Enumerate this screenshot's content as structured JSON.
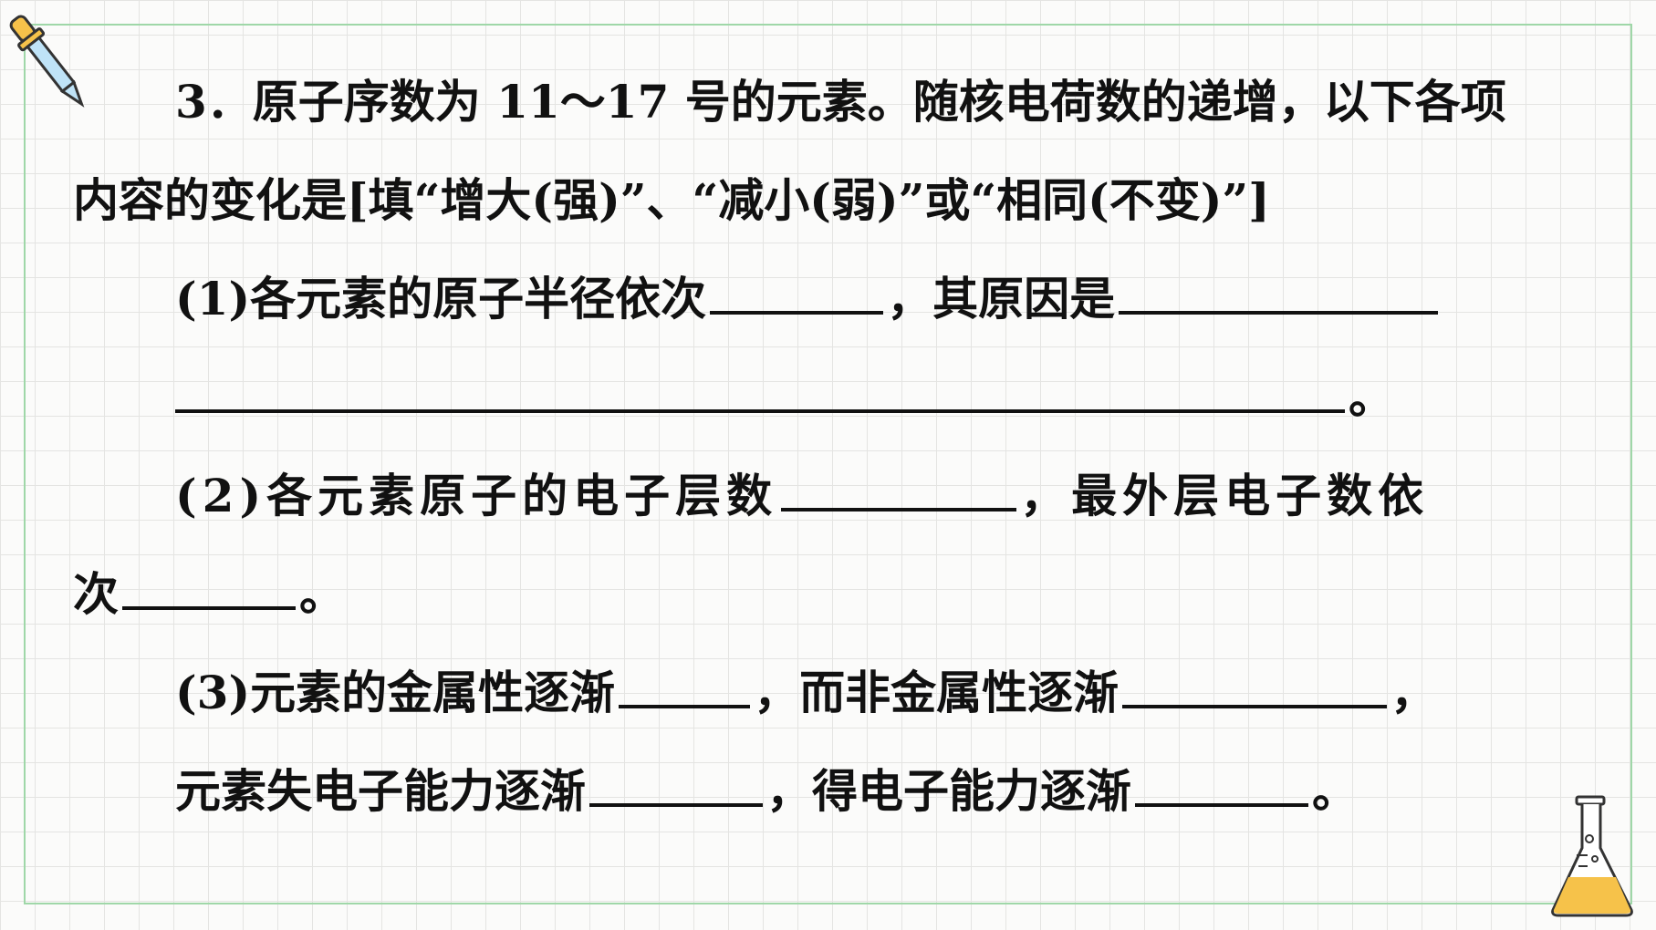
{
  "question": {
    "stem_line1": "3．原子序数为 11～17 号的元素。随核电荷数的递增，以下各项",
    "stem_line2": "内容的变化是[填“增大(强)”、“减小(弱)”或“相同(不变)”]",
    "p1_a": "(1)各元素的原子半径依次",
    "p1_b": "，其原因是",
    "p1_c": "。",
    "p2_a": "(2)各元素原子的电子层数",
    "p2_b": "，最外层电子数依",
    "p2_c": "次",
    "p2_d": "。",
    "p3_a": "(3)元素的金属性逐渐",
    "p3_b": "，而非金属性逐渐",
    "p3_c": "，",
    "p3_d": "元素失电子能力逐渐",
    "p3_e": "，得电子能力逐渐",
    "p3_f": "。"
  },
  "icons": {
    "top_left": "dropper-icon",
    "bottom_right": "flask-icon"
  },
  "colors": {
    "frame": "#9fd7a8",
    "grid": "#e4e4e2",
    "flask_liquid": "#f6c24a",
    "dropper_glass": "#bfe3f7",
    "dropper_bulb": "#f6c24a"
  }
}
